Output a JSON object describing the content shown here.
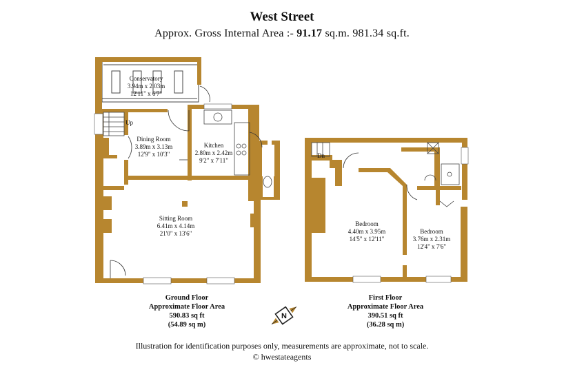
{
  "header": {
    "title": "West Street",
    "subtitle_prefix": "Approx. Gross Internal Area :-",
    "sqm": "91.17",
    "sqm_unit": "sq.m.",
    "sqft": "981.34 sq.ft."
  },
  "ground_floor": {
    "rooms": {
      "conservatory": {
        "name": "Conservatory",
        "metric": "3.94m x 2.03m",
        "imperial": "12'11\" x 6'7\""
      },
      "dining": {
        "name": "Dining Room",
        "metric": "3.89m x 3.13m",
        "imperial": "12'9\" x 10'3\""
      },
      "kitchen": {
        "name": "Kitchen",
        "metric": "2.80m x 2.42m",
        "imperial": "9'2\" x 7'11\""
      },
      "sitting": {
        "name": "Sitting Room",
        "metric": "6.41m x 4.14m",
        "imperial": "21'0\" x 13'6\""
      }
    },
    "stair_label": "Up",
    "caption": {
      "line1": "Ground Floor",
      "line2": "Approximate Floor Area",
      "line3": "590.83 sq ft",
      "line4": "(54.89 sq m)"
    }
  },
  "first_floor": {
    "rooms": {
      "bedroom1": {
        "name": "Bedroom",
        "metric": "4.40m x 3.95m",
        "imperial": "14'5\" x 12'11\""
      },
      "bedroom2": {
        "name": "Bedroom",
        "metric": "3.76m x 2.31m",
        "imperial": "12'4\" x 7'6\""
      }
    },
    "stair_label": "Dn",
    "caption": {
      "line1": "First Floor",
      "line2": "Approximate Floor Area",
      "line3": "390.51 sq ft",
      "line4": "(36.28 sq m)"
    }
  },
  "compass": {
    "letter": "N"
  },
  "footer": {
    "disclaimer": "Illustration for identification purposes only, measurements are approximate, not to scale.",
    "copyright": "© hwestateagents"
  },
  "colors": {
    "wall": "#b7862f",
    "text": "#111111",
    "background": "#ffffff"
  }
}
